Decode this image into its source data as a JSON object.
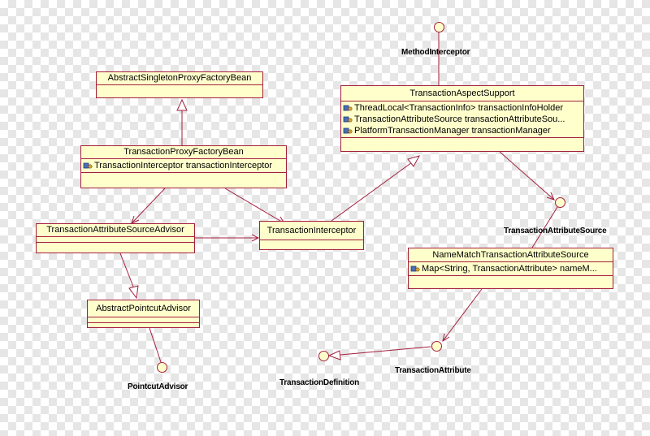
{
  "classes": {
    "abstract_singleton_proxy_factory_bean": {
      "name": "AbstractSingletonProxyFactoryBean"
    },
    "transaction_proxy_factory_bean": {
      "name": "TransactionProxyFactoryBean",
      "attributes": [
        "TransactionInterceptor  transactionInterceptor"
      ]
    },
    "transaction_attribute_source_advisor": {
      "name": "TransactionAttributeSourceAdvisor"
    },
    "transaction_interceptor": {
      "name": "TransactionInterceptor"
    },
    "abstract_pointcut_advisor": {
      "name": "AbstractPointcutAdvisor"
    },
    "transaction_aspect_support": {
      "name": "TransactionAspectSupport",
      "attributes": [
        "ThreadLocal<TransactionInfo> transactionInfoHolder",
        "TransactionAttributeSource transactionAttributeSou...",
        "PlatformTransactionManager transactionManager"
      ]
    },
    "name_match_transaction_attribute_source": {
      "name": "NameMatchTransactionAttributeSource",
      "attributes": [
        "Map<String, TransactionAttribute> nameM..."
      ]
    }
  },
  "interfaces": {
    "method_interceptor": "MethodInterceptor",
    "transaction_attribute_source": "TransactionAttributeSource",
    "pointcut_advisor": "PointcutAdvisor",
    "transaction_definition": "TransactionDefinition",
    "transaction_attribute": "TransactionAttribute"
  },
  "colors": {
    "class_fill": "#ffffcc",
    "class_border": "#a41f3e",
    "edge": "#a41f3e"
  }
}
